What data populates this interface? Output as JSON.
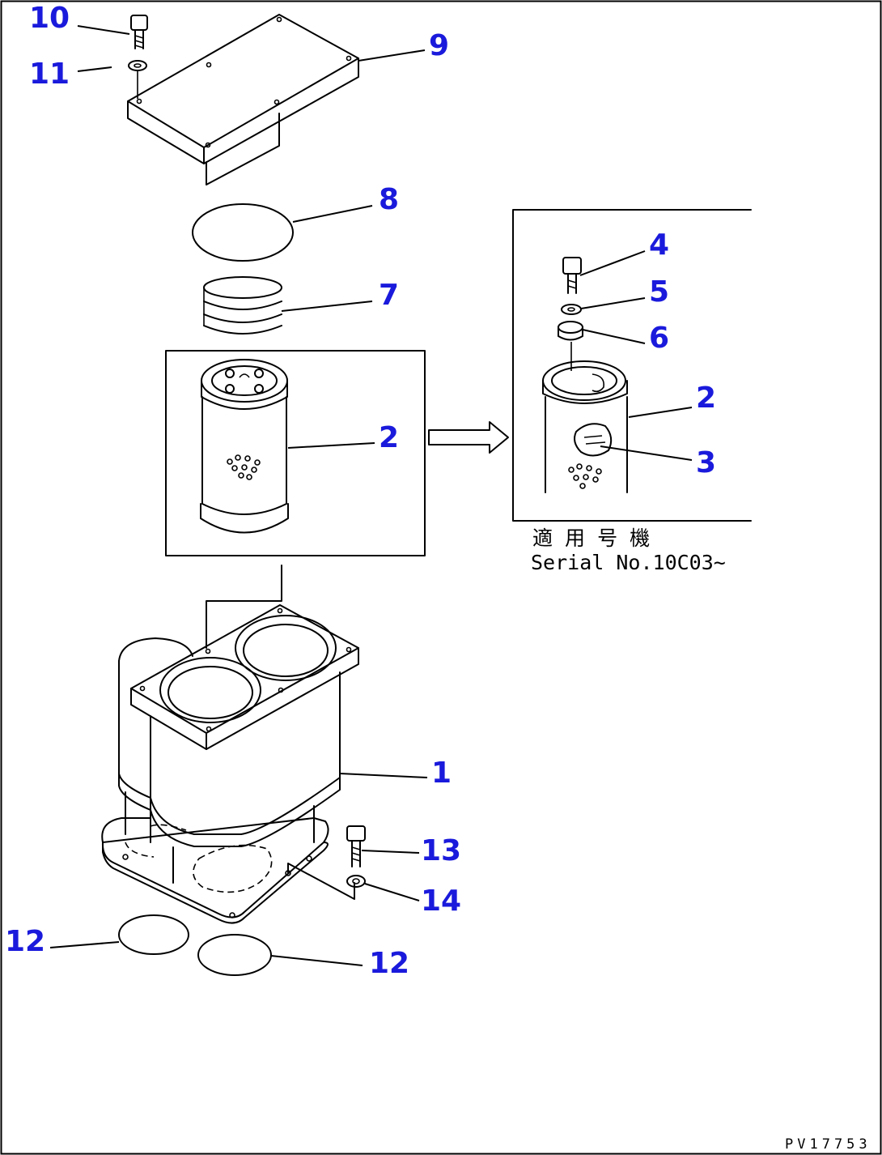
{
  "callouts": {
    "c1": "1",
    "c2_main": "2",
    "c2_detail": "2",
    "c3": "3",
    "c4": "4",
    "c5": "5",
    "c6": "6",
    "c7": "7",
    "c8": "8",
    "c9": "9",
    "c10": "10",
    "c11": "11",
    "c12_left": "12",
    "c12_right": "12",
    "c13": "13",
    "c14": "14"
  },
  "detail": {
    "applicability_jp": "適 用 号 機",
    "serial": "Serial No.10C03~"
  },
  "drawing_code": "PV17753",
  "colors": {
    "callout": "#1a1adc",
    "line": "#000000"
  }
}
